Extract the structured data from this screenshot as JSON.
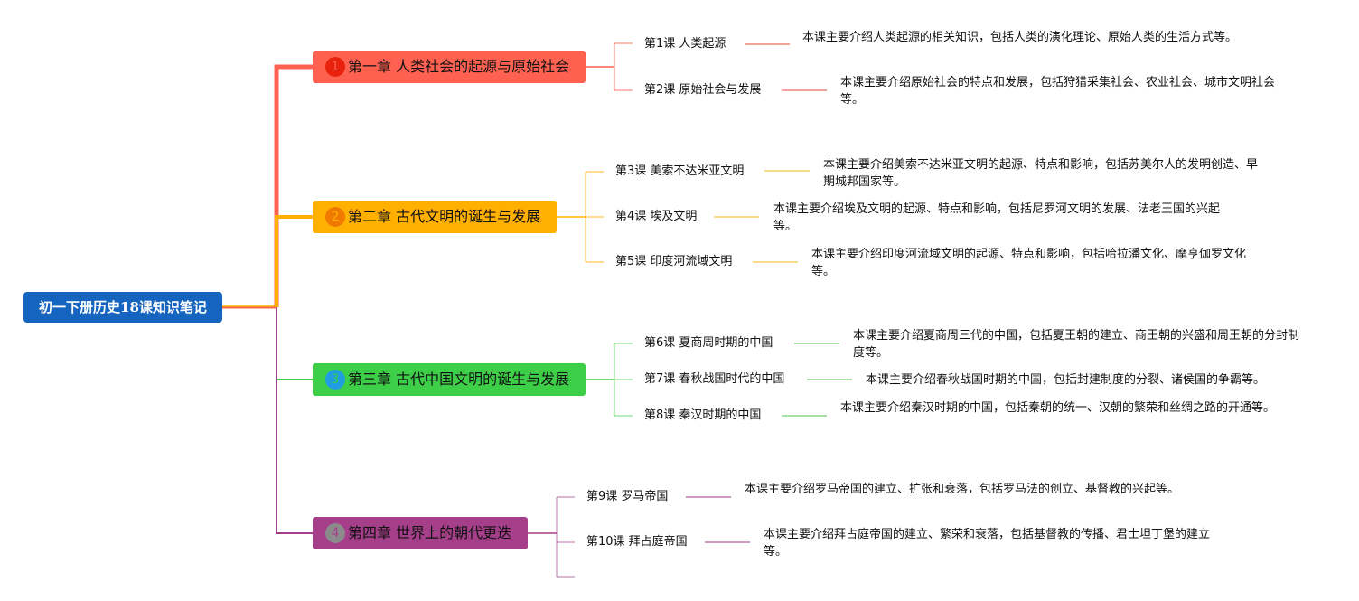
{
  "root": {
    "title": "初一下册历史18课知识笔记"
  },
  "colors": {
    "ch1": "#ff6150",
    "ch2": "#ffb000",
    "ch3": "#3ecf48",
    "ch4": "#a53f8a",
    "root": "#1565c0"
  },
  "chapters": [
    {
      "num": "1",
      "title": "第一章 人类社会的起源与原始社会",
      "lessons": [
        {
          "title": "第1课 人类起源",
          "desc": "本课主要介绍人类起源的相关知识，包括人类的演化理论、原始人类的生活方式等。"
        },
        {
          "title": "第2课 原始社会与发展",
          "desc": "本课主要介绍原始社会的特点和发展，包括狩猎采集社会、农业社会、城市文明社会等。"
        }
      ]
    },
    {
      "num": "2",
      "title": "第二章 古代文明的诞生与发展",
      "lessons": [
        {
          "title": "第3课 美索不达米亚文明",
          "desc": "本课主要介绍美索不达米亚文明的起源、特点和影响，包括苏美尔人的发明创造、早期城邦国家等。"
        },
        {
          "title": "第4课 埃及文明",
          "desc": "本课主要介绍埃及文明的起源、特点和影响，包括尼罗河文明的发展、法老王国的兴起等。"
        },
        {
          "title": "第5课 印度河流域文明",
          "desc": "本课主要介绍印度河流域文明的起源、特点和影响，包括哈拉潘文化、摩亨伽罗文化等。"
        }
      ]
    },
    {
      "num": "3",
      "title": "第三章 古代中国文明的诞生与发展",
      "lessons": [
        {
          "title": "第6课 夏商周时期的中国",
          "desc": "本课主要介绍夏商周三代的中国，包括夏王朝的建立、商王朝的兴盛和周王朝的分封制度等。"
        },
        {
          "title": "第7课 春秋战国时代的中国",
          "desc": "本课主要介绍春秋战国时期的中国，包括封建制度的分裂、诸侯国的争霸等。"
        },
        {
          "title": "第8课 秦汉时期的中国",
          "desc": "本课主要介绍秦汉时期的中国，包括秦朝的统一、汉朝的繁荣和丝绸之路的开通等。"
        }
      ]
    },
    {
      "num": "4",
      "title": "第四章 世界上的朝代更迭",
      "lessons": [
        {
          "title": "第9课 罗马帝国",
          "desc": "本课主要介绍罗马帝国的建立、扩张和衰落，包括罗马法的创立、基督教的兴起等。"
        },
        {
          "title": "第10课 拜占庭帝国",
          "desc": "本课主要介绍拜占庭帝国的建立、繁荣和衰落，包括基督教的传播、君士坦丁堡的建立等。"
        }
      ]
    }
  ]
}
